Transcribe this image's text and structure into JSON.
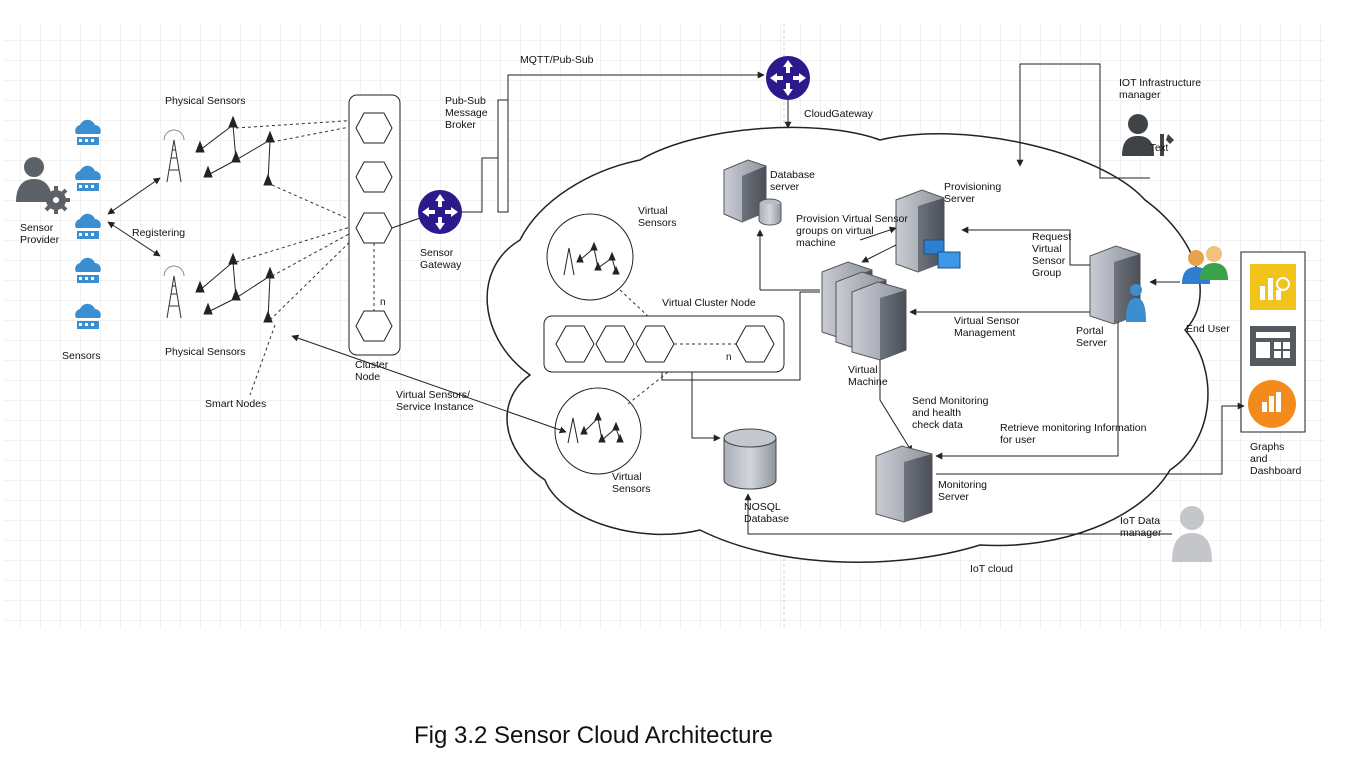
{
  "diagram": {
    "sensor_provider": "Sensor Provider",
    "registering": "Registering",
    "sensors": "Sensors",
    "physical_sensors_top": "Physical Sensors",
    "physical_sensors_bottom": "Physical Sensors",
    "smart_nodes": "Smart Nodes",
    "cluster_node": "Cluster Node",
    "cluster_n": "n",
    "sensor_gateway": "Sensor Gateway",
    "broker": "Pub-Sub Message Broker",
    "mqtt": "MQTT/Pub-Sub",
    "cloud_gateway": "CloudGateway",
    "iot_infra_manager": "IOT Infrastructure manager",
    "tool_text": "Text",
    "database_server": "Database server",
    "provisioning_server": "Provisioning Server",
    "provision_vsg": "Provision Virtual Sensor groups on virtual machine",
    "request_vsg": "Request Virtual Sensor Group",
    "portal_server": "Portal Server",
    "end_user": "End User",
    "virtual_sensors_top": "Virtual Sensors",
    "virtual_sensors_bottom": "Virtual Sensors",
    "virtual_cluster_node": "Virtual Cluster Node",
    "vcluster_n": "n",
    "virtual_machine": "Virtual Machine",
    "vs_management": "Virtual Sensor Management",
    "virtual_sensors_service": "Virtual Sensors/ Service Instance",
    "send_monitoring": "Send Monitoring and health check data",
    "retrieve_monitoring": "Retrieve monitoring Information for user",
    "monitoring_server": "Monitoring Server",
    "nosql": "NOSQL Database",
    "iot_data_manager": "IoT Data manager",
    "iot_cloud": "IoT cloud",
    "graphs_dashboard": "Graphs and Dashboard"
  },
  "caption": "Fig 3.2 Sensor Cloud Architecture",
  "colors": {
    "gateway": "#2a1a8c",
    "cloud_icon": "#3b8ed0",
    "server_body": "#9aa0ac",
    "panel_yellow": "#f2c31b",
    "panel_dark": "#555a60",
    "panel_orange": "#f28a1c"
  }
}
